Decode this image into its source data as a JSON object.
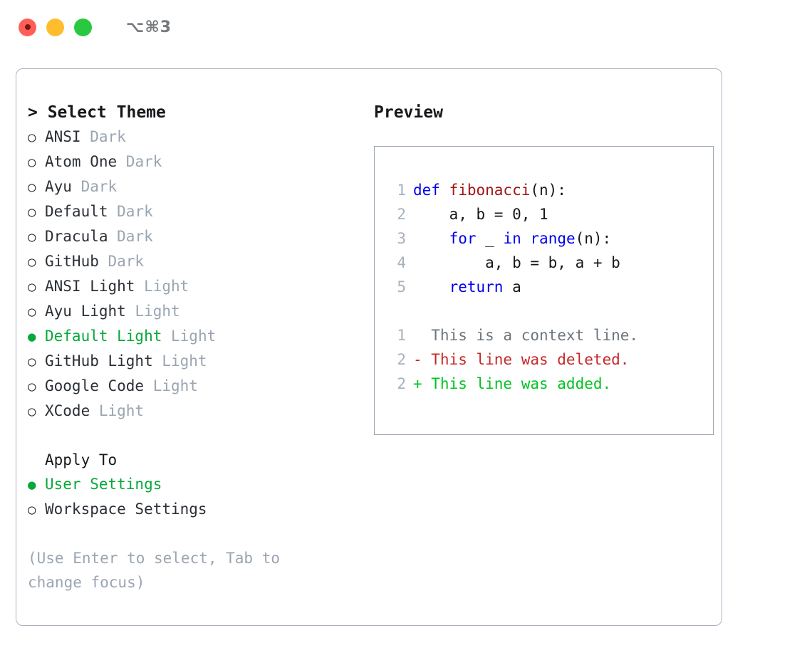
{
  "window": {
    "title": "⌥⌘3",
    "traffic_lights": [
      {
        "name": "close",
        "color": "#ff5f57"
      },
      {
        "name": "minimize",
        "color": "#ffbd2e"
      },
      {
        "name": "maximize",
        "color": "#28c840"
      }
    ]
  },
  "colors": {
    "selected_green": "#06a83a",
    "tag_gray": "#9aa5b1",
    "keyword_blue": "#0000ee",
    "function_red": "#a31515",
    "diff_delete": "#c62828",
    "diff_add": "#00c322",
    "line_number": "#a8b1bd",
    "border": "#aab3bf"
  },
  "theme_picker": {
    "heading": "> Select Theme",
    "bullet_selected": "●",
    "bullet_unselected": "○",
    "items": [
      {
        "label": "ANSI",
        "tag": "Dark",
        "selected": false
      },
      {
        "label": "Atom One",
        "tag": "Dark",
        "selected": false
      },
      {
        "label": "Ayu",
        "tag": "Dark",
        "selected": false
      },
      {
        "label": "Default",
        "tag": "Dark",
        "selected": false
      },
      {
        "label": "Dracula",
        "tag": "Dark",
        "selected": false
      },
      {
        "label": "GitHub",
        "tag": "Dark",
        "selected": false
      },
      {
        "label": "ANSI Light",
        "tag": "Light",
        "selected": false
      },
      {
        "label": "Ayu Light",
        "tag": "Light",
        "selected": false
      },
      {
        "label": "Default Light",
        "tag": "Light",
        "selected": true
      },
      {
        "label": "GitHub Light",
        "tag": "Light",
        "selected": false
      },
      {
        "label": "Google Code",
        "tag": "Light",
        "selected": false
      },
      {
        "label": "XCode",
        "tag": "Light",
        "selected": false
      }
    ]
  },
  "apply_to": {
    "heading": "Apply To",
    "items": [
      {
        "label": "User Settings",
        "selected": true
      },
      {
        "label": "Workspace Settings",
        "selected": false
      }
    ]
  },
  "hint": "(Use Enter to select, Tab to change focus)",
  "preview": {
    "title": "Preview",
    "code_lines": [
      {
        "num": "1",
        "tokens": [
          {
            "text": "def ",
            "kind": "kw"
          },
          {
            "text": "fibonacci",
            "kind": "fn"
          },
          {
            "text": "(n):",
            "kind": "plain"
          }
        ]
      },
      {
        "num": "2",
        "tokens": [
          {
            "text": "    a, b = 0, 1",
            "kind": "plain"
          }
        ]
      },
      {
        "num": "3",
        "tokens": [
          {
            "text": "    ",
            "kind": "plain"
          },
          {
            "text": "for",
            "kind": "kw"
          },
          {
            "text": " _ ",
            "kind": "plain"
          },
          {
            "text": "in",
            "kind": "kw"
          },
          {
            "text": " ",
            "kind": "plain"
          },
          {
            "text": "range",
            "kind": "kw"
          },
          {
            "text": "(n):",
            "kind": "plain"
          }
        ]
      },
      {
        "num": "4",
        "tokens": [
          {
            "text": "        a, b = b, a + b",
            "kind": "plain"
          }
        ]
      },
      {
        "num": "5",
        "tokens": [
          {
            "text": "    ",
            "kind": "plain"
          },
          {
            "text": "return",
            "kind": "kw"
          },
          {
            "text": " a",
            "kind": "plain"
          }
        ]
      }
    ],
    "diff_lines": [
      {
        "num": "1",
        "text": "  This is a context line.",
        "kind": "ctx"
      },
      {
        "num": "2",
        "text": "- This line was deleted.",
        "kind": "del"
      },
      {
        "num": "2",
        "text": "+ This line was added.",
        "kind": "add"
      }
    ]
  }
}
